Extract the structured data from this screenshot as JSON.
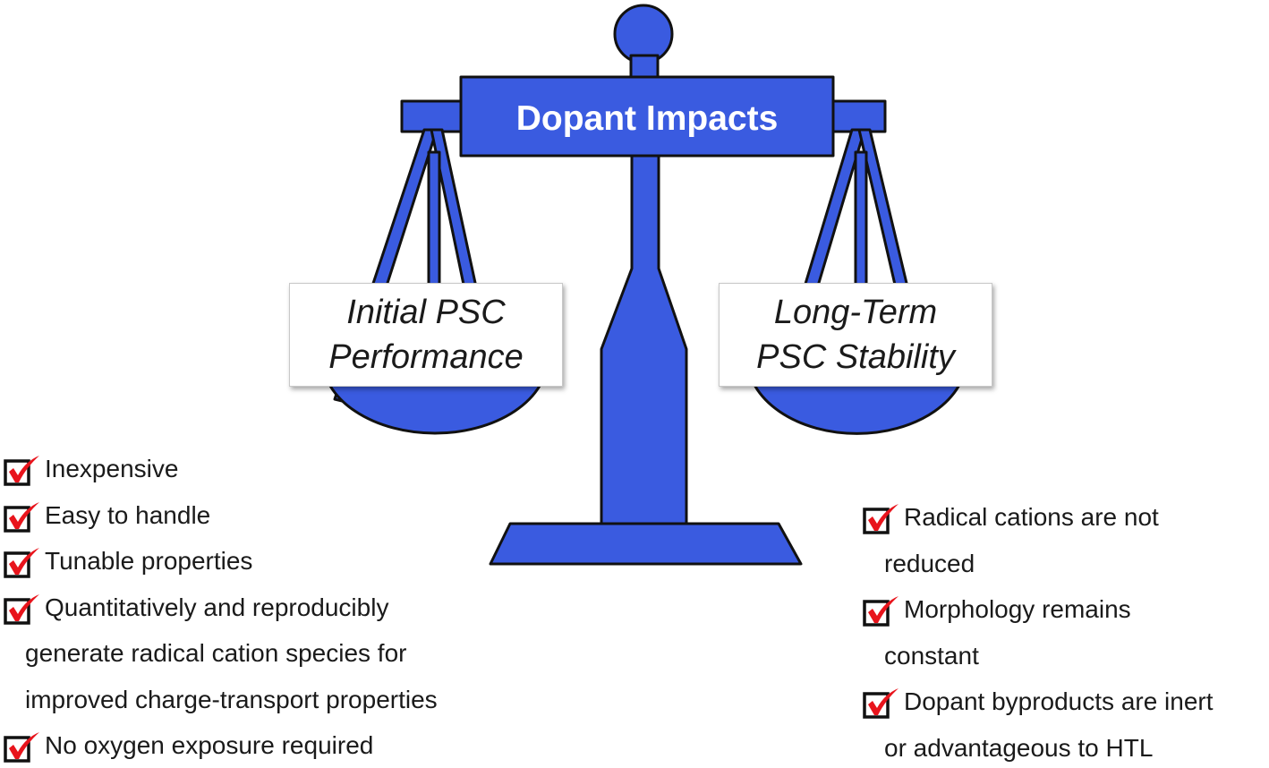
{
  "title": "Dopant Impacts",
  "left_pan": {
    "lines": [
      "Initial PSC",
      "Performance"
    ]
  },
  "right_pan": {
    "lines": [
      "Long-Term",
      "PSC Stability"
    ]
  },
  "left_checklist": [
    {
      "lines": [
        "Inexpensive"
      ]
    },
    {
      "lines": [
        "Easy to handle"
      ]
    },
    {
      "lines": [
        "Tunable properties"
      ]
    },
    {
      "lines": [
        "Quantitatively and reproducibly",
        "generate radical cation species for",
        "improved charge-transport properties"
      ]
    },
    {
      "lines": [
        "No oxygen exposure required"
      ]
    }
  ],
  "right_checklist": [
    {
      "lines": [
        "Radical cations are not",
        "reduced"
      ]
    },
    {
      "lines": [
        "Morphology remains",
        "constant"
      ]
    },
    {
      "lines": [
        "Dopant byproducts are inert",
        "or advantageous to HTL"
      ]
    }
  ],
  "colors": {
    "scale_fill": "#3a5be0",
    "scale_stroke": "#111111",
    "check_mark": "#e8141c",
    "box_stroke": "#111111"
  }
}
